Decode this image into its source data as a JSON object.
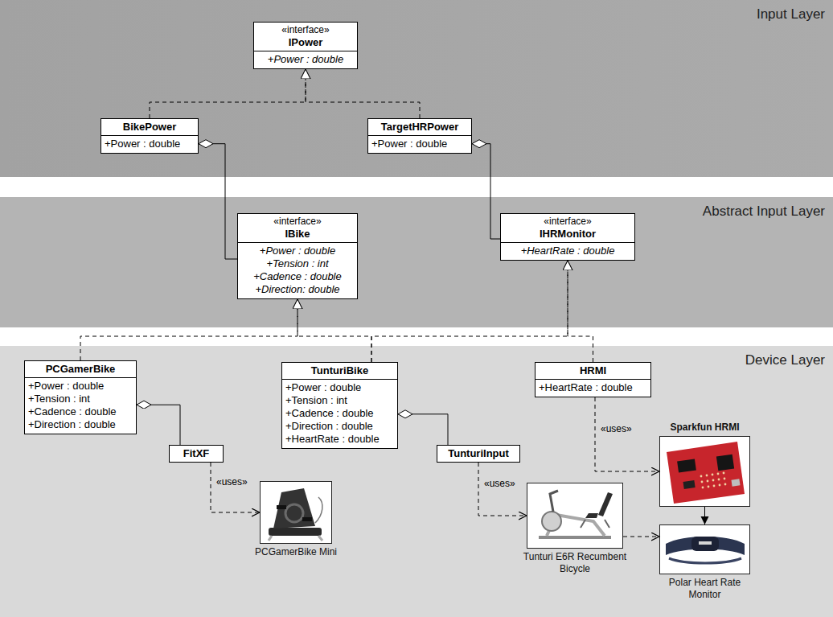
{
  "diagram": {
    "nodes": [
      {
        "text": [
          "Input Layer"
        ]
      },
      {
        "text": [
          "«interface»",
          "IPower",
          "+Power : double"
        ],
        "in": 0
      },
      {
        "text": [
          "BikePower",
          "+Power : double"
        ],
        "in": 0
      },
      {
        "text": [
          "TargetHRPower",
          "+Power : double"
        ],
        "in": 0
      },
      {
        "text": [
          "Abstract Input Layer"
        ]
      },
      {
        "text": [
          "«interface»",
          "IBike",
          "+Power : double",
          "+Tension : int",
          "+Cadence : double",
          "+Direction: double"
        ],
        "in": 4
      },
      {
        "text": [
          "«interface»",
          "IHRMonitor",
          "+HeartRate : double"
        ],
        "in": 4
      },
      {
        "text": [
          "Device Layer"
        ]
      },
      {
        "text": [
          "PCGamerBike",
          "+Power : double",
          "+Tension : int",
          "+Cadence : double",
          "+Direction : double"
        ],
        "in": 7
      },
      {
        "text": [
          "FitXF"
        ],
        "in": 7
      },
      {
        "text": [
          "TunturiBike",
          "+Power : double",
          "+Tension : int",
          "+Cadence : double",
          "+Direction : double",
          "+HeartRate : double"
        ],
        "in": 7
      },
      {
        "text": [
          "TunturiInput"
        ],
        "in": 7
      },
      {
        "text": [
          "HRMI",
          "+HeartRate : double"
        ],
        "in": 7
      },
      {
        "text": [
          "Sparkfun HRMI"
        ],
        "in": 7
      },
      {
        "text": [
          "PCGamerBike Mini"
        ],
        "in": 7
      },
      {
        "text": [
          "Tunturi E6R Recumbent Bicycle"
        ],
        "in": 7
      },
      {
        "text": [
          "Polar Heart Rate Monitor"
        ],
        "in": 7
      }
    ],
    "edges": [
      {
        "from": 2,
        "to": 1,
        "arrow": "to"
      },
      {
        "from": 3,
        "to": 1,
        "arrow": "to"
      },
      {
        "from": 5,
        "to": 2,
        "arrow": "to"
      },
      {
        "from": 6,
        "to": 3,
        "arrow": "to"
      },
      {
        "from": 8,
        "to": 5,
        "arrow": "to"
      },
      {
        "from": 10,
        "to": 5,
        "arrow": "to"
      },
      {
        "from": 10,
        "to": 6,
        "arrow": "to"
      },
      {
        "from": 12,
        "to": 6,
        "arrow": "to"
      },
      {
        "from": 9,
        "to": 8,
        "arrow": "to"
      },
      {
        "from": 11,
        "to": 10,
        "arrow": "to"
      },
      {
        "from": 9,
        "to": 14,
        "arrow": "to",
        "label": "«uses»"
      },
      {
        "from": 11,
        "to": 15,
        "arrow": "to",
        "label": "«uses»"
      },
      {
        "from": 12,
        "to": 13,
        "arrow": "to",
        "label": "«uses»"
      },
      {
        "from": 13,
        "to": 16,
        "arrow": "to"
      },
      {
        "from": 15,
        "to": 16,
        "arrow": "to"
      }
    ]
  }
}
